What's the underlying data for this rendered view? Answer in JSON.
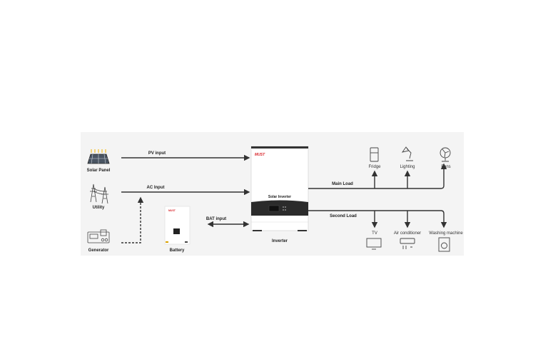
{
  "sources": {
    "solar_panel": "Solar Panel",
    "utility": "Utility",
    "generator": "Generator",
    "battery": "Battery"
  },
  "connections": {
    "pv_input": "PV input",
    "ac_input": "AC Input",
    "bat_input": "BAT input",
    "main_load": "Main Load",
    "second_load": "Second Load"
  },
  "inverter": {
    "label": "Inverter",
    "brand": "MUST",
    "product_text": "Solar Inverter"
  },
  "main_loads": [
    "Fridge",
    "Lighting",
    "Fans"
  ],
  "second_loads": [
    "TV",
    "Air conditioner",
    "Washing machine"
  ],
  "colors": {
    "background_panel": "#f4f4f4",
    "lines": "#333333",
    "brand": "#d9262b",
    "inverter_band": "#2b2b2b"
  }
}
